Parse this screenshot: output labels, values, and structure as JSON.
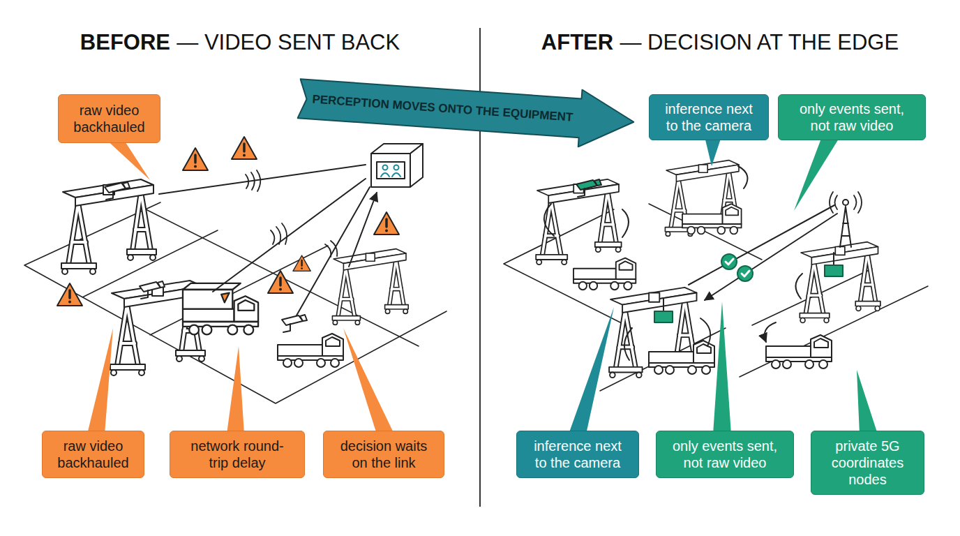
{
  "diagram": {
    "nodes": [
      {
        "text": [
          "raw video backhauled"
        ]
      },
      {
        "text": [
          "PERCEPTION MOVES ONTO THE EQUIPMENT"
        ]
      },
      {
        "text": [
          "inference next to the camera"
        ]
      },
      {
        "text": [
          "only events sent, not raw video"
        ]
      },
      {
        "text": [
          "raw video backhauled"
        ]
      },
      {
        "text": [
          "network round-trip delay"
        ]
      },
      {
        "text": [
          "decision waits on the link"
        ]
      },
      {
        "text": [
          "inference next to the camera"
        ]
      },
      {
        "text": [
          "only events sent, not raw video"
        ]
      },
      {
        "text": [
          "private 5G coordinates nodes"
        ]
      }
    ],
    "labels": [
      "BEFORE",
      "— VIDEO SENT BACK",
      "AFTER",
      "— DECISION AT THE EDGE"
    ]
  }
}
